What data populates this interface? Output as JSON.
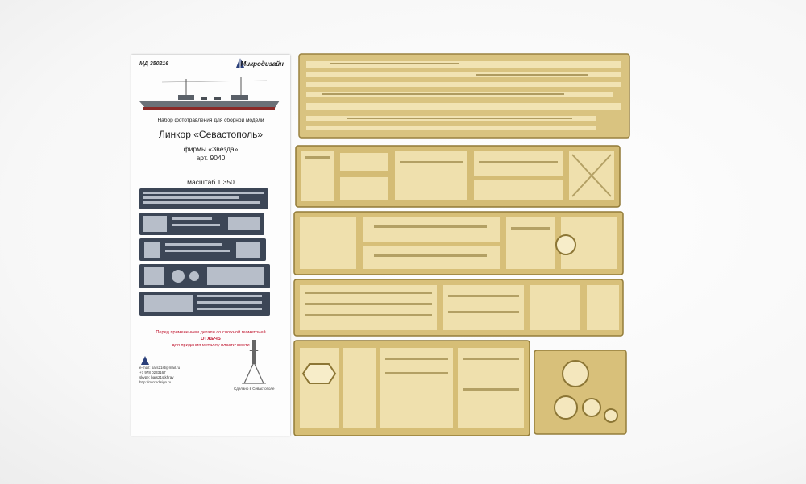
{
  "instruction_card": {
    "product_code": "МД 350216",
    "brand": "Микродизайн",
    "set_description": "Набор фототравления для сборной модели",
    "model_title": "Линкор «Севастополь»",
    "manufacturer": "фирмы «Звезда»",
    "article": "арт. 9040",
    "scale": "масштаб 1:350",
    "warning_line1": "Перед применением детали со сложной геометрией",
    "warning_line2": "ОТЖЕЧЬ",
    "warning_line3": "для придания металлу пластичности",
    "contact_email": "e-mail: bars21st@mail.ru",
    "contact_phone": "+7 978 0233167",
    "contact_skype": "skype: bars21stkhrav",
    "contact_site": "http://microdisign.ru",
    "made_in": "Сделано в Севастополе"
  },
  "colors": {
    "brass_light": "#e6d39a",
    "brass_mid": "#cdb56d",
    "brass_dark": "#8c7635",
    "warning_red": "#c0152e",
    "sheet_dark": "#3c4656"
  },
  "frets": [
    {
      "name": "fret-1"
    },
    {
      "name": "fret-2"
    },
    {
      "name": "fret-3"
    },
    {
      "name": "fret-4"
    },
    {
      "name": "fret-5"
    },
    {
      "name": "fret-6"
    }
  ]
}
